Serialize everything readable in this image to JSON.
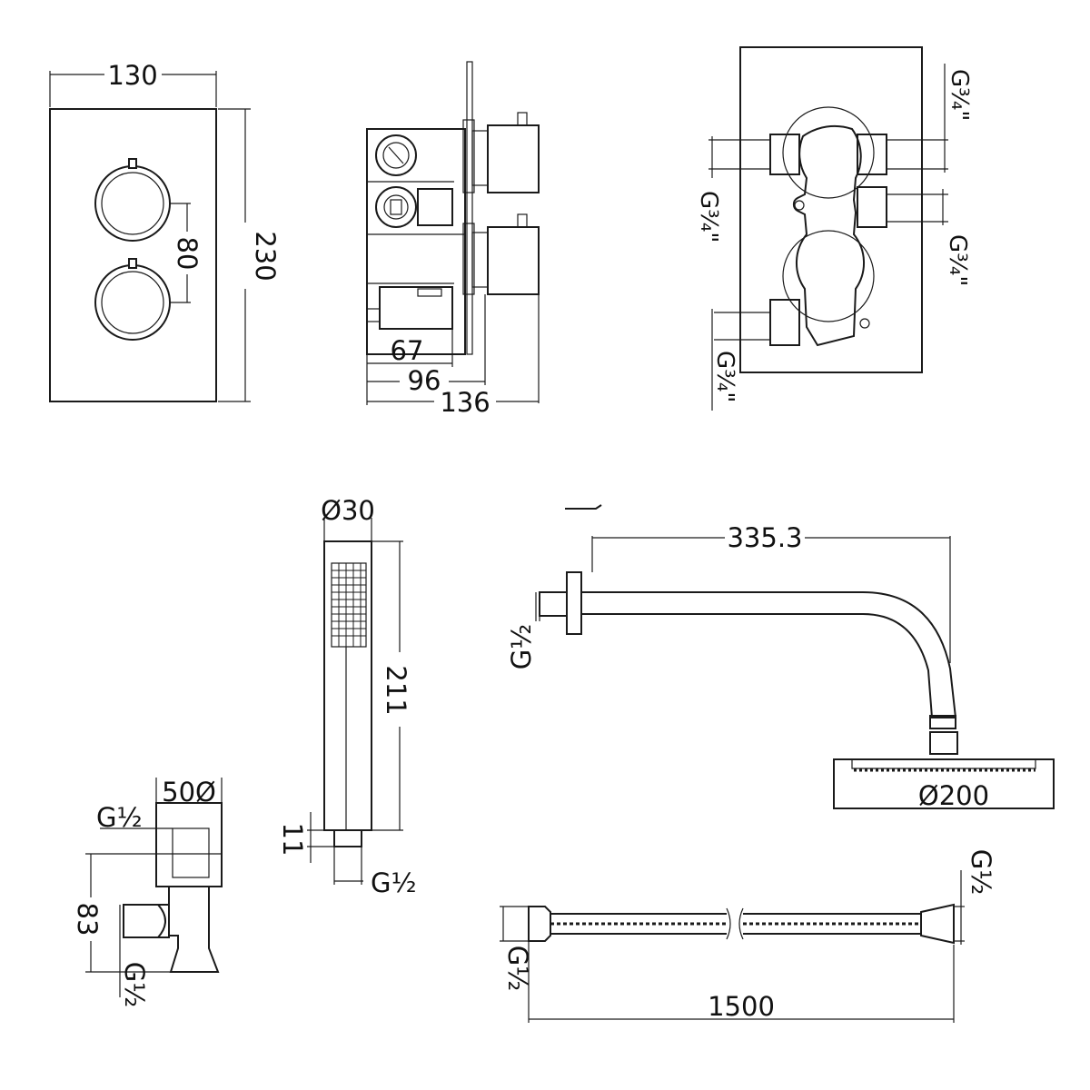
{
  "views": {
    "front": {
      "width": "130",
      "height": "230",
      "spacing": "80"
    },
    "side": {
      "d1": "67",
      "d2": "96",
      "d3": "136"
    },
    "rear": {
      "outlet_top_right": "G¾\"",
      "inlet_left": "G¾\"",
      "outlet_mid_right": "G¾\"",
      "outlet_bottom_left": "G¾\""
    },
    "handset": {
      "diameter": "Ø30",
      "length": "211",
      "connector": "11",
      "thread": "G½"
    },
    "elbow": {
      "diameter": "50Ø",
      "thread_top": "G½",
      "height": "83",
      "thread_bottom": "G½"
    },
    "head": {
      "arm_length": "335.3",
      "thread": "G½",
      "diameter": "Ø200"
    },
    "hose": {
      "thread_right": "G½",
      "thread_left": "G½",
      "length": "1500"
    }
  }
}
